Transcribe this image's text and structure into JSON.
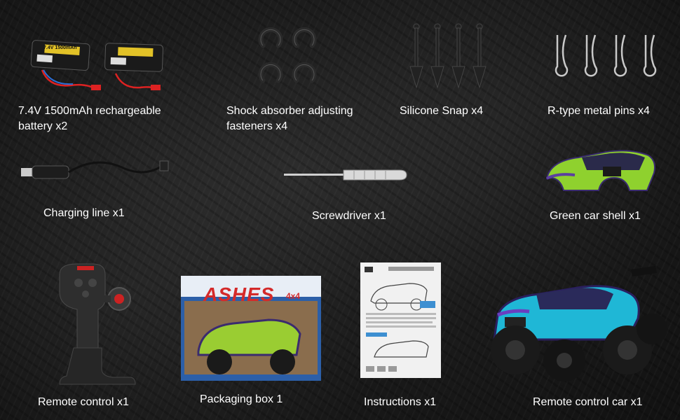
{
  "items": [
    {
      "id": "battery",
      "label_line1": "7.4V 1500mAh rechargeable",
      "label_line2": "battery x2",
      "battery_text": "7.4V 1500mAh"
    },
    {
      "id": "fasteners",
      "label_line1": "Shock absorber adjusting",
      "label_line2": "fasteners x4"
    },
    {
      "id": "snap",
      "label": "Silicone Snap x4"
    },
    {
      "id": "pins",
      "label": "R-type metal pins x4"
    },
    {
      "id": "charging",
      "label": "Charging line x1"
    },
    {
      "id": "screwdriver",
      "label": "Screwdriver x1"
    },
    {
      "id": "shell",
      "label": "Green  car shell x1"
    },
    {
      "id": "remote",
      "label": "Remote control x1"
    },
    {
      "id": "box",
      "label": "Packaging box 1",
      "box_brand": "ASHES",
      "box_brand_suffix": "4x4"
    },
    {
      "id": "instructions",
      "label": "Instructions x1"
    },
    {
      "id": "car",
      "label": "Remote control car x1"
    }
  ],
  "colors": {
    "background": "#1c1c1c",
    "text": "#ffffff",
    "shell_green": "#8fd12e",
    "car_blue": "#1fb7d6"
  }
}
